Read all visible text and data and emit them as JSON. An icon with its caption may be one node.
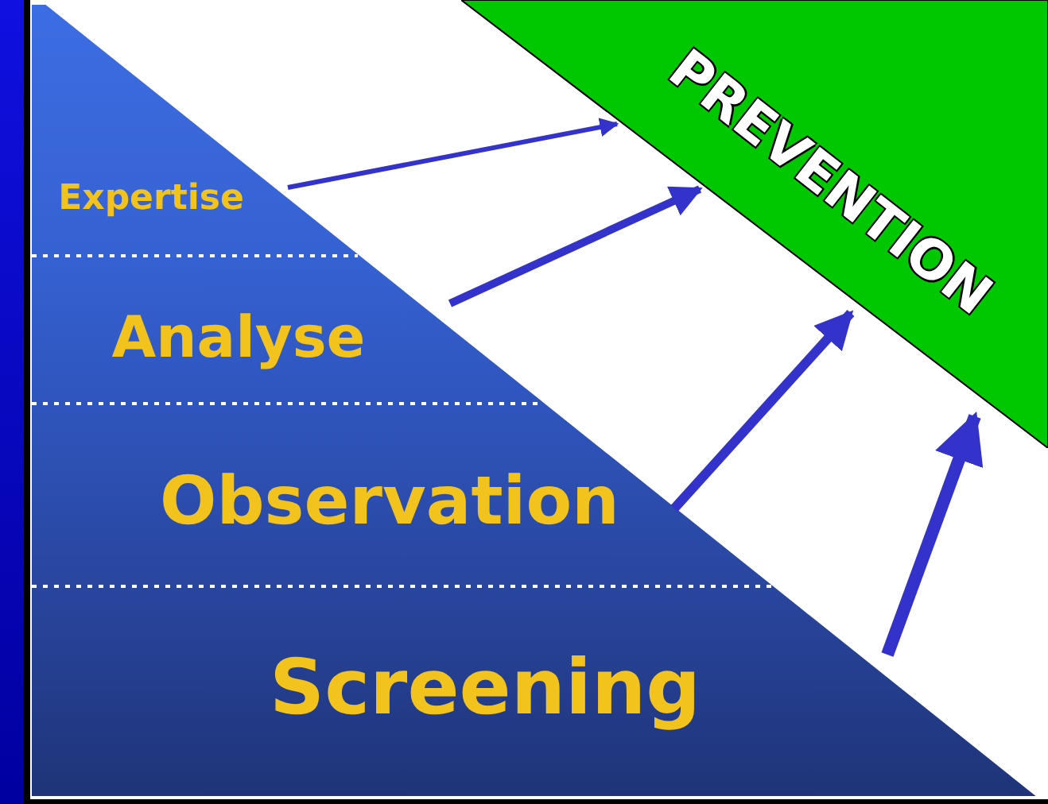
{
  "diagram": {
    "nodes": [
      {
        "text": [
          "Expertise"
        ]
      },
      {
        "text": [
          "Analyse"
        ]
      },
      {
        "text": [
          "Observation"
        ]
      },
      {
        "text": [
          "Screening"
        ]
      },
      {
        "text": [
          "PREVENTION"
        ]
      }
    ],
    "edges": [
      {
        "from": 0,
        "to": 4,
        "arrow": "to"
      },
      {
        "from": 1,
        "to": 4,
        "arrow": "to"
      },
      {
        "from": 2,
        "to": 4,
        "arrow": "to"
      },
      {
        "from": 3,
        "to": 4,
        "arrow": "to"
      }
    ]
  }
}
